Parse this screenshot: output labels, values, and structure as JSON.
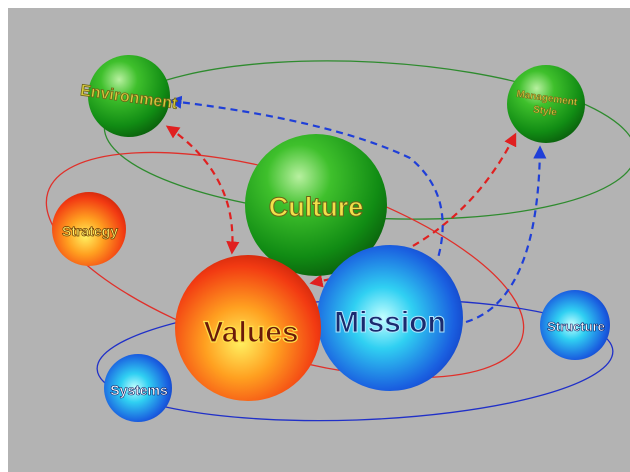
{
  "background": "#b3b3b3",
  "colors": {
    "green_orbit": "#2e8b2e",
    "red_orbit": "#e0302a",
    "blue_orbit": "#2030c8",
    "red_arrow": "#e02020",
    "blue_arrow": "#1f3fd8",
    "label_gold": "#f2e04a",
    "label_gold_dark": "#8a7a10",
    "label_navy": "#1b2a6e",
    "label_orange": "#ffe04a"
  },
  "spheres": [
    {
      "id": "environment",
      "label": "Environment",
      "color": "green"
    },
    {
      "id": "management-style",
      "label_lines": [
        "Management",
        "Style"
      ],
      "color": "green"
    },
    {
      "id": "culture",
      "label": "Culture",
      "color": "green"
    },
    {
      "id": "strategy",
      "label": "Strategy",
      "color": "orange"
    },
    {
      "id": "values",
      "label": "Values",
      "color": "orange"
    },
    {
      "id": "mission",
      "label": "Mission",
      "color": "blue"
    },
    {
      "id": "structure",
      "label": "Structure",
      "color": "blue"
    },
    {
      "id": "systems",
      "label": "Systems",
      "color": "blue"
    }
  ]
}
